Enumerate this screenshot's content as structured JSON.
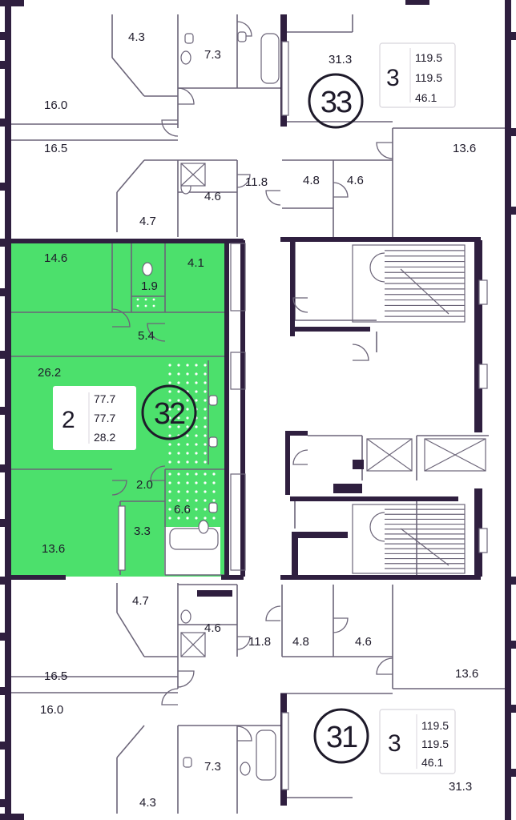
{
  "colors": {
    "wall": "#2f1f3f",
    "highlight": "#4ce06c",
    "floor": "#ffffff",
    "thin_line": "#6b6478",
    "card_border": "#d8d5dc",
    "text": "#1e1a2a"
  },
  "apartments": [
    {
      "id": "33",
      "number": "33",
      "rooms": "3",
      "total_area": "119.5",
      "area_with_balcony": "119.5",
      "living_area": "46.1",
      "highlighted": false
    },
    {
      "id": "32",
      "number": "32",
      "rooms": "2",
      "total_area": "77.7",
      "area_with_balcony": "77.7",
      "living_area": "28.2",
      "highlighted": true
    },
    {
      "id": "31",
      "number": "31",
      "rooms": "3",
      "total_area": "119.5",
      "area_with_balcony": "119.5",
      "living_area": "46.1",
      "highlighted": false
    }
  ],
  "rooms": {
    "apt33": [
      "4.3",
      "7.3",
      "31.3",
      "16.0",
      "16.5",
      "13.6",
      "4.7",
      "4.6",
      "11.8",
      "4.8",
      "4.6"
    ],
    "apt32": [
      "14.6",
      "1.9",
      "4.1",
      "5.4",
      "26.2",
      "2.0",
      "6.6",
      "13.6",
      "3.3"
    ],
    "apt31": [
      "4.7",
      "4.6",
      "11.8",
      "4.8",
      "4.6",
      "13.6",
      "16.5",
      "16.0",
      "4.3",
      "7.3",
      "31.3"
    ]
  },
  "icons": {
    "stair": "staircase-icon",
    "elevator": "elevator-icon",
    "bath": "bathtub-icon",
    "toilet": "toilet-icon",
    "sink": "sink-icon",
    "shower": "shower-icon",
    "door": "door-swing-icon",
    "radiator": "radiator-icon"
  }
}
